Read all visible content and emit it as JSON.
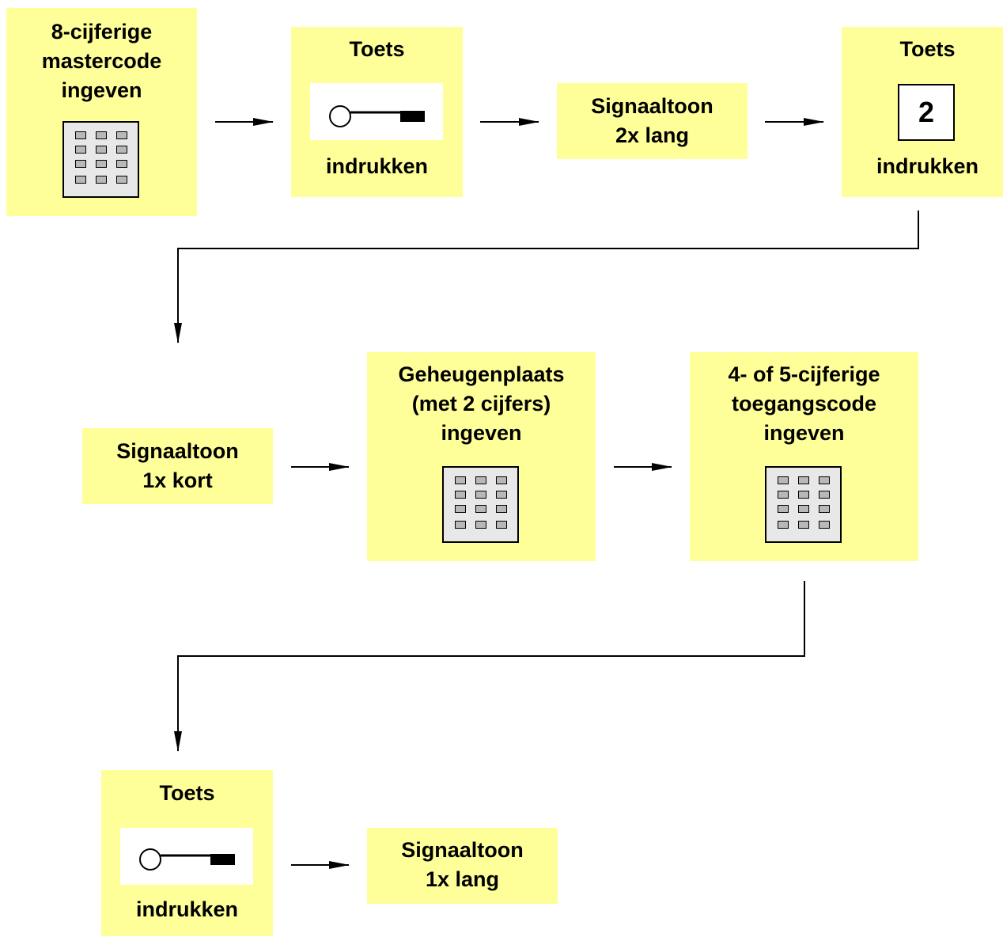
{
  "colors": {
    "box_fill": "#ffff99",
    "keypad_fill": "#e8e8e8",
    "key_fill": "#b8b8b8",
    "line": "#000000"
  },
  "steps": {
    "enter_master": {
      "label": "8-cijferige\nmastercode\ningeven",
      "icon": "keypad-icon"
    },
    "press_key_1": {
      "title": "Toets",
      "footer": "indrukken",
      "icon": "key-icon"
    },
    "tone_long_2x": {
      "label": "Signaaltoon\n2x lang"
    },
    "press_2": {
      "title": "Toets",
      "key": "2",
      "footer": "indrukken"
    },
    "tone_short_1x": {
      "label": "Signaaltoon\n1x kort"
    },
    "enter_slot": {
      "label": "Geheugenplaats\n(met 2 cijfers)\ningeven",
      "icon": "keypad-icon"
    },
    "enter_access": {
      "label": "4-  of  5-cijferige\ntoegangscode\ningeven",
      "icon": "keypad-icon"
    },
    "press_key_2": {
      "title": "Toets",
      "footer": "indrukken",
      "icon": "key-icon"
    },
    "tone_long_1x": {
      "label": "Signaaltoon\n1x lang"
    }
  },
  "flow": [
    [
      "enter_master",
      "press_key_1"
    ],
    [
      "press_key_1",
      "tone_long_2x"
    ],
    [
      "tone_long_2x",
      "press_2"
    ],
    [
      "press_2",
      "tone_short_1x"
    ],
    [
      "tone_short_1x",
      "enter_slot"
    ],
    [
      "enter_slot",
      "enter_access"
    ],
    [
      "enter_access",
      "press_key_2"
    ],
    [
      "press_key_2",
      "tone_long_1x"
    ]
  ]
}
